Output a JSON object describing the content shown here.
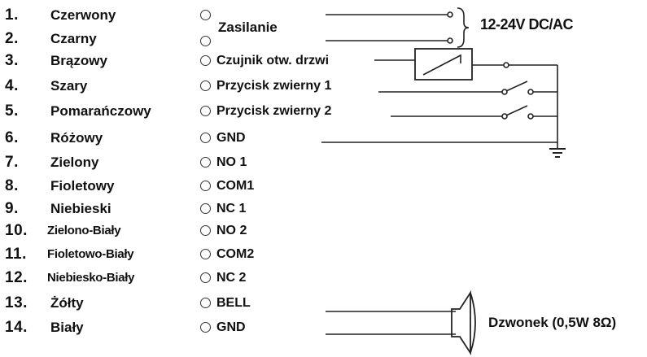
{
  "rows": [
    {
      "num": "1.",
      "color": "Czerwony",
      "func": ""
    },
    {
      "num": "2.",
      "color": "Czarny",
      "func": ""
    },
    {
      "num": "3.",
      "color": "Brązowy",
      "func": "Czujnik otw. drzwi"
    },
    {
      "num": "4.",
      "color": "Szary",
      "func": "Przycisk zwierny 1"
    },
    {
      "num": "5.",
      "color": "Pomarańczowy",
      "func": "Przycisk zwierny 2"
    },
    {
      "num": "6.",
      "color": "Różowy",
      "func": "GND"
    },
    {
      "num": "7.",
      "color": "Zielony",
      "func": "NO 1"
    },
    {
      "num": "8.",
      "color": "Fioletowy",
      "func": "COM1"
    },
    {
      "num": "9.",
      "color": "Niebieski",
      "func": "NC 1"
    },
    {
      "num": "10.",
      "color": "Zielono-Biały",
      "func": "NO 2"
    },
    {
      "num": "11.",
      "color": "Fioletowo-Biały",
      "func": "COM2"
    },
    {
      "num": "12.",
      "color": "Niebiesko-Biały",
      "func": "NC 2"
    },
    {
      "num": "13.",
      "color": "Żółty",
      "func": "BELL"
    },
    {
      "num": "14.",
      "color": "Biały",
      "func": "GND"
    }
  ],
  "labels": {
    "power": "Zasilanie",
    "voltage": "12-24V DC/AC",
    "bell": "Dzwonek (0,5W 8Ω)"
  }
}
